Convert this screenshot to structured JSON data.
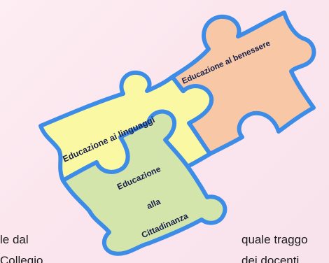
{
  "puzzle": {
    "pieces": [
      {
        "label": "Educazione al benessere",
        "fill": "#f8c7a5"
      },
      {
        "label": "Educazione ai linguaggi",
        "fill": "#fbf8a3"
      },
      {
        "label_lines": [
          "Educazione",
          "alla",
          "Cittadinanza"
        ],
        "fill": "#d4e5ab"
      }
    ],
    "outline_color": "#3d8de8",
    "text_color": "#17204b"
  },
  "body_text": {
    "left_line_1": "le  dal",
    "left_line_2": "Collegio",
    "right_line_1": "quale traggo",
    "right_line_2": "dei  docenti"
  }
}
